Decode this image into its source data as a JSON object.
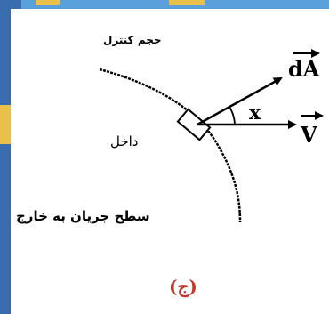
{
  "labels": {
    "control_volume": "حجم کنترل",
    "inside": "داخل",
    "outflow_surface": "سطح جریان به خارج",
    "area_vector": "dA",
    "velocity": "V",
    "angle": "x",
    "caption": "(ج)"
  },
  "colors": {
    "frame_blue": "#3a6db0",
    "frame_light_blue": "#5aa0da",
    "frame_accent": "#e8c04a",
    "caption": "#c0392b",
    "ink": "#000000"
  }
}
